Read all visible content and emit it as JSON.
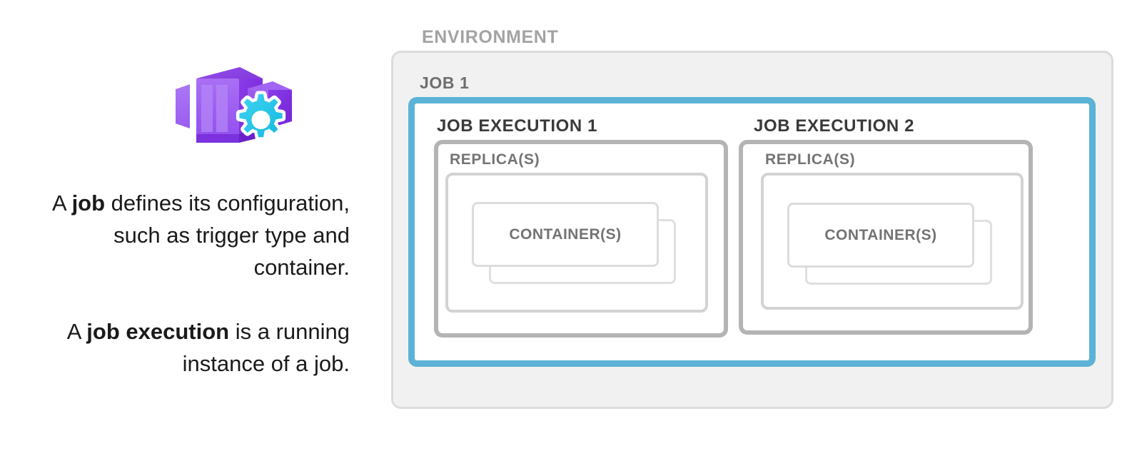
{
  "left": {
    "icon_name": "container-apps-job-icon",
    "icon_colors": {
      "purple_light": "#a46ef0",
      "purple_mid": "#9855f0",
      "purple_dark": "#7c2ce0",
      "gear_blue": "#27c5e8"
    },
    "paragraph_1": {
      "prefix": "A ",
      "bold": "job",
      "suffix": " defines its configuration, such as trigger type and container."
    },
    "paragraph_2": {
      "prefix": "A ",
      "bold": "job execution",
      "suffix": " is a running instance of a job."
    }
  },
  "diagram": {
    "environment_label": "ENVIRONMENT",
    "job_label": "JOB 1",
    "executions": [
      {
        "label": "JOB EXECUTION 1",
        "replica_label": "REPLICA(S)",
        "container_label": "CONTAINER(S)"
      },
      {
        "label": "JOB EXECUTION 2",
        "replica_label": "REPLICA(S)",
        "container_label": "CONTAINER(S)"
      }
    ],
    "colors": {
      "environment_fill": "#f1f1f1",
      "environment_border": "#dcdcdc",
      "environment_label_text": "#a3a3a3",
      "job_border_accent": "#5cb3d6",
      "job_label_text": "#6e6e6e",
      "execution_border": "#b4b4b4",
      "execution_label_text": "#3a3a3a",
      "replica_border": "#d3d3d3",
      "replica_label_text": "#737373",
      "container_border": "#dcdcdc",
      "container_label_text": "#737373"
    }
  }
}
